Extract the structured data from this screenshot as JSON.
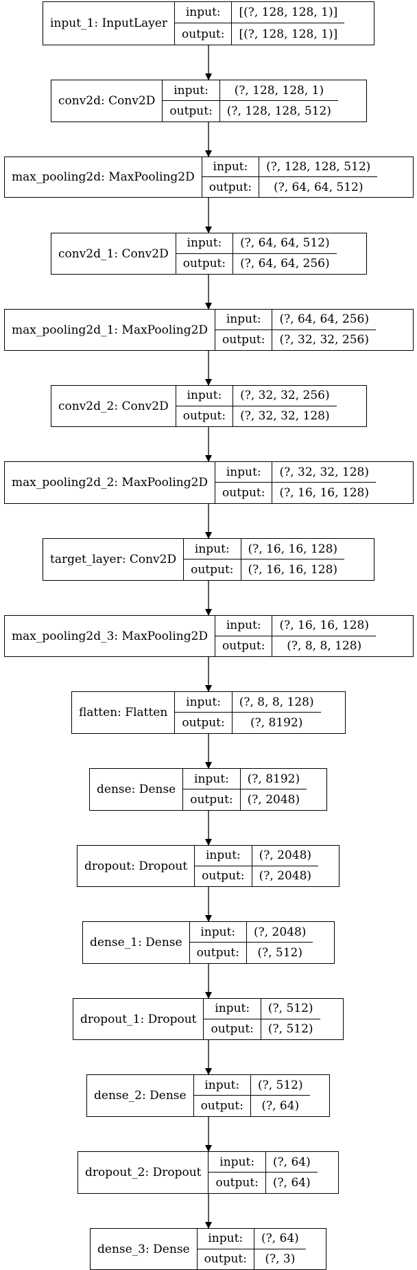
{
  "layers": [
    {
      "name": "input_1: InputLayer",
      "input": "[(?, 128, 128, 1)]",
      "output": "[(?, 128, 128, 1)]"
    },
    {
      "name": "conv2d: Conv2D",
      "input": "(?, 128, 128, 1)",
      "output": "(?, 128, 128, 512)"
    },
    {
      "name": "max_pooling2d: MaxPooling2D",
      "input": "(?, 128, 128, 512)",
      "output": "(?, 64, 64, 512)"
    },
    {
      "name": "conv2d_1: Conv2D",
      "input": "(?, 64, 64, 512)",
      "output": "(?, 64, 64, 256)"
    },
    {
      "name": "max_pooling2d_1: MaxPooling2D",
      "input": "(?, 64, 64, 256)",
      "output": "(?, 32, 32, 256)"
    },
    {
      "name": "conv2d_2: Conv2D",
      "input": "(?, 32, 32, 256)",
      "output": "(?, 32, 32, 128)"
    },
    {
      "name": "max_pooling2d_2: MaxPooling2D",
      "input": "(?, 32, 32, 128)",
      "output": "(?, 16, 16, 128)"
    },
    {
      "name": "target_layer: Conv2D",
      "input": "(?, 16, 16, 128)",
      "output": "(?, 16, 16, 128)"
    },
    {
      "name": "max_pooling2d_3: MaxPooling2D",
      "input": "(?, 16, 16, 128)",
      "output": "(?, 8, 8, 128)"
    },
    {
      "name": "flatten: Flatten",
      "input": "(?, 8, 8, 128)",
      "output": "(?, 8192)"
    },
    {
      "name": "dense: Dense",
      "input": "(?, 8192)",
      "output": "(?, 2048)"
    },
    {
      "name": "dropout: Dropout",
      "input": "(?, 2048)",
      "output": "(?, 2048)"
    },
    {
      "name": "dense_1: Dense",
      "input": "(?, 2048)",
      "output": "(?, 512)"
    },
    {
      "name": "dropout_1: Dropout",
      "input": "(?, 512)",
      "output": "(?, 512)"
    },
    {
      "name": "dense_2: Dense",
      "input": "(?, 512)",
      "output": "(?, 64)"
    },
    {
      "name": "dropout_2: Dropout",
      "input": "(?, 64)",
      "output": "(?, 64)"
    },
    {
      "name": "dense_3: Dense",
      "input": "(?, 64)",
      "output": "(?, 3)"
    }
  ],
  "labels": {
    "input": "input:",
    "output": "output:"
  }
}
